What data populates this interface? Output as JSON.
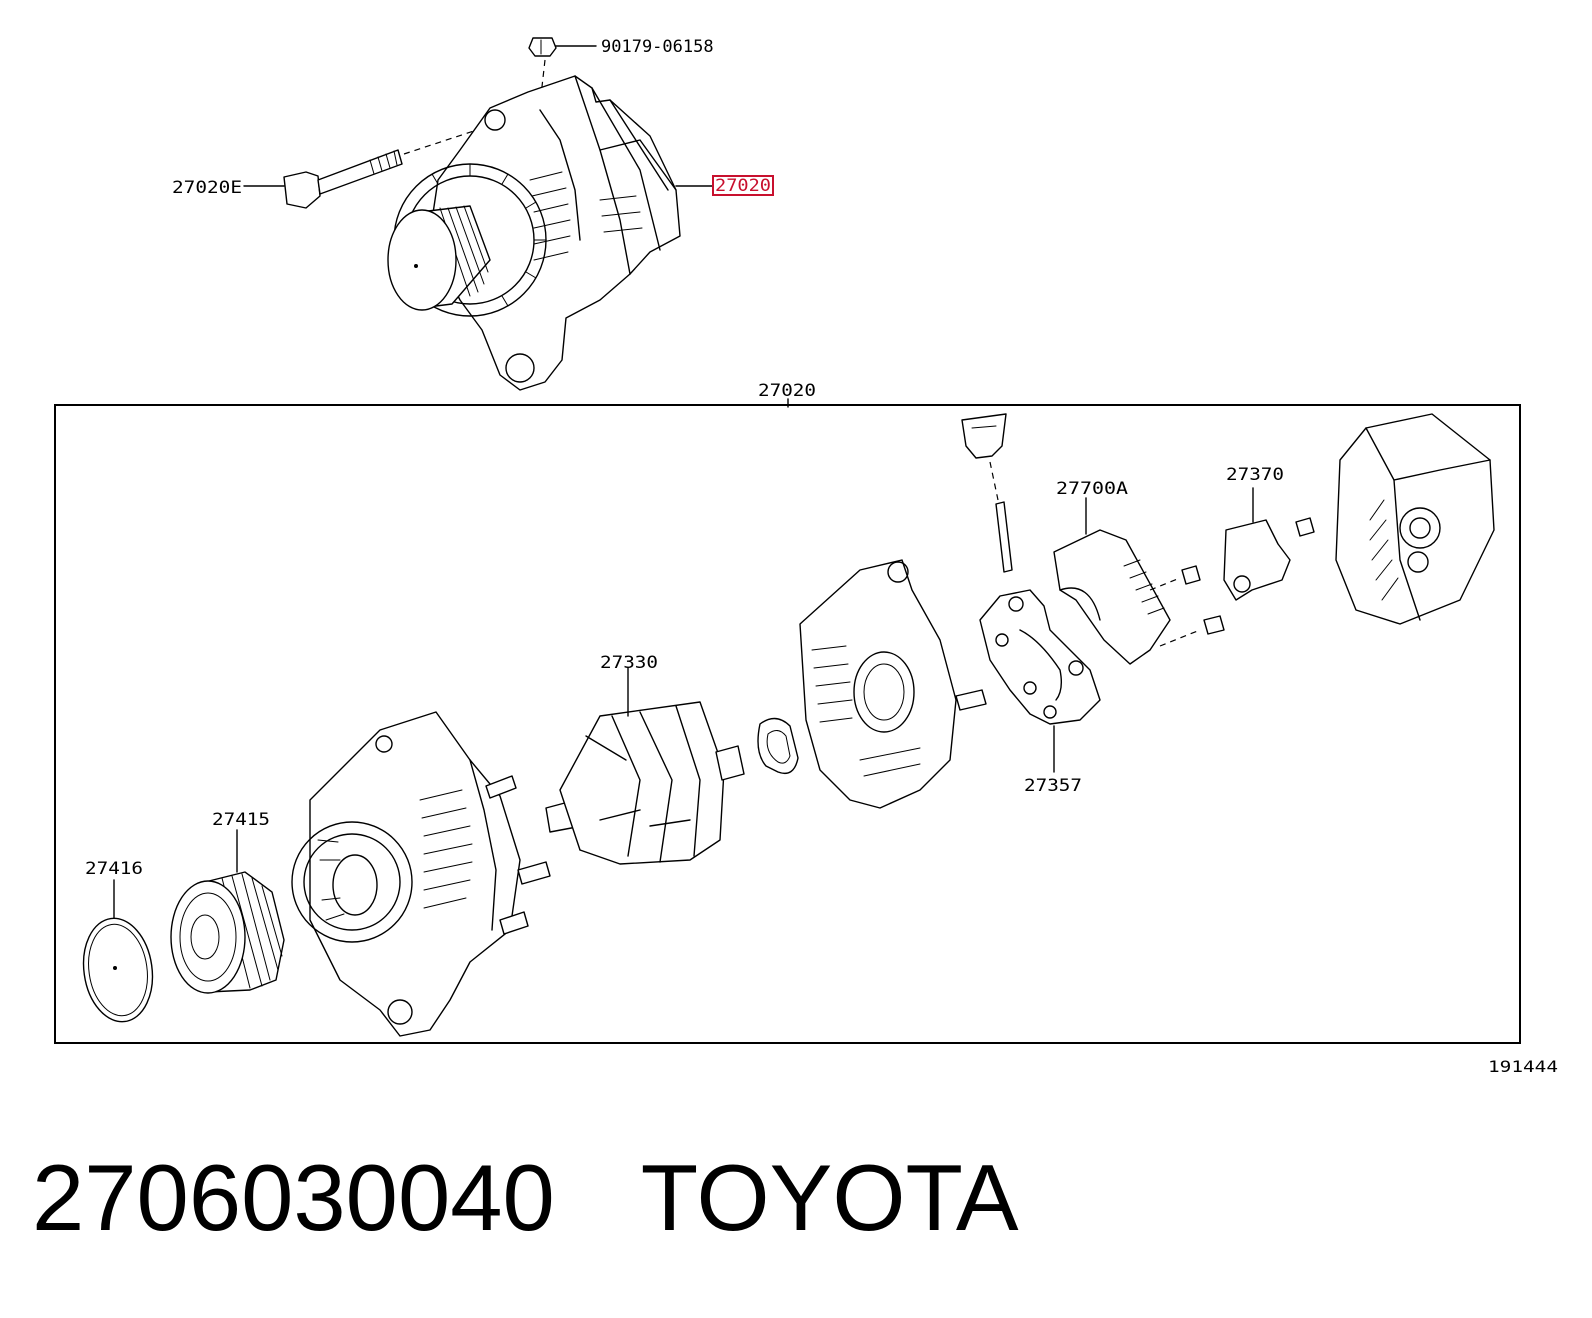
{
  "diagram": {
    "drawing_number": "191444",
    "callouts": {
      "bolt_top": "90179-06158",
      "bolt_side": "27020E",
      "assembly_highlighted": "27020",
      "assembly_box": "27020",
      "brush_holder": "27700A",
      "terminal_insulator": "27370",
      "rotor": "27330",
      "rectifier": "27357",
      "pulley": "27415",
      "pulley_cap": "27416"
    },
    "highlight_color": "#c8102e"
  },
  "caption": {
    "part_number": "2706030040",
    "brand": "TOYOTA"
  }
}
